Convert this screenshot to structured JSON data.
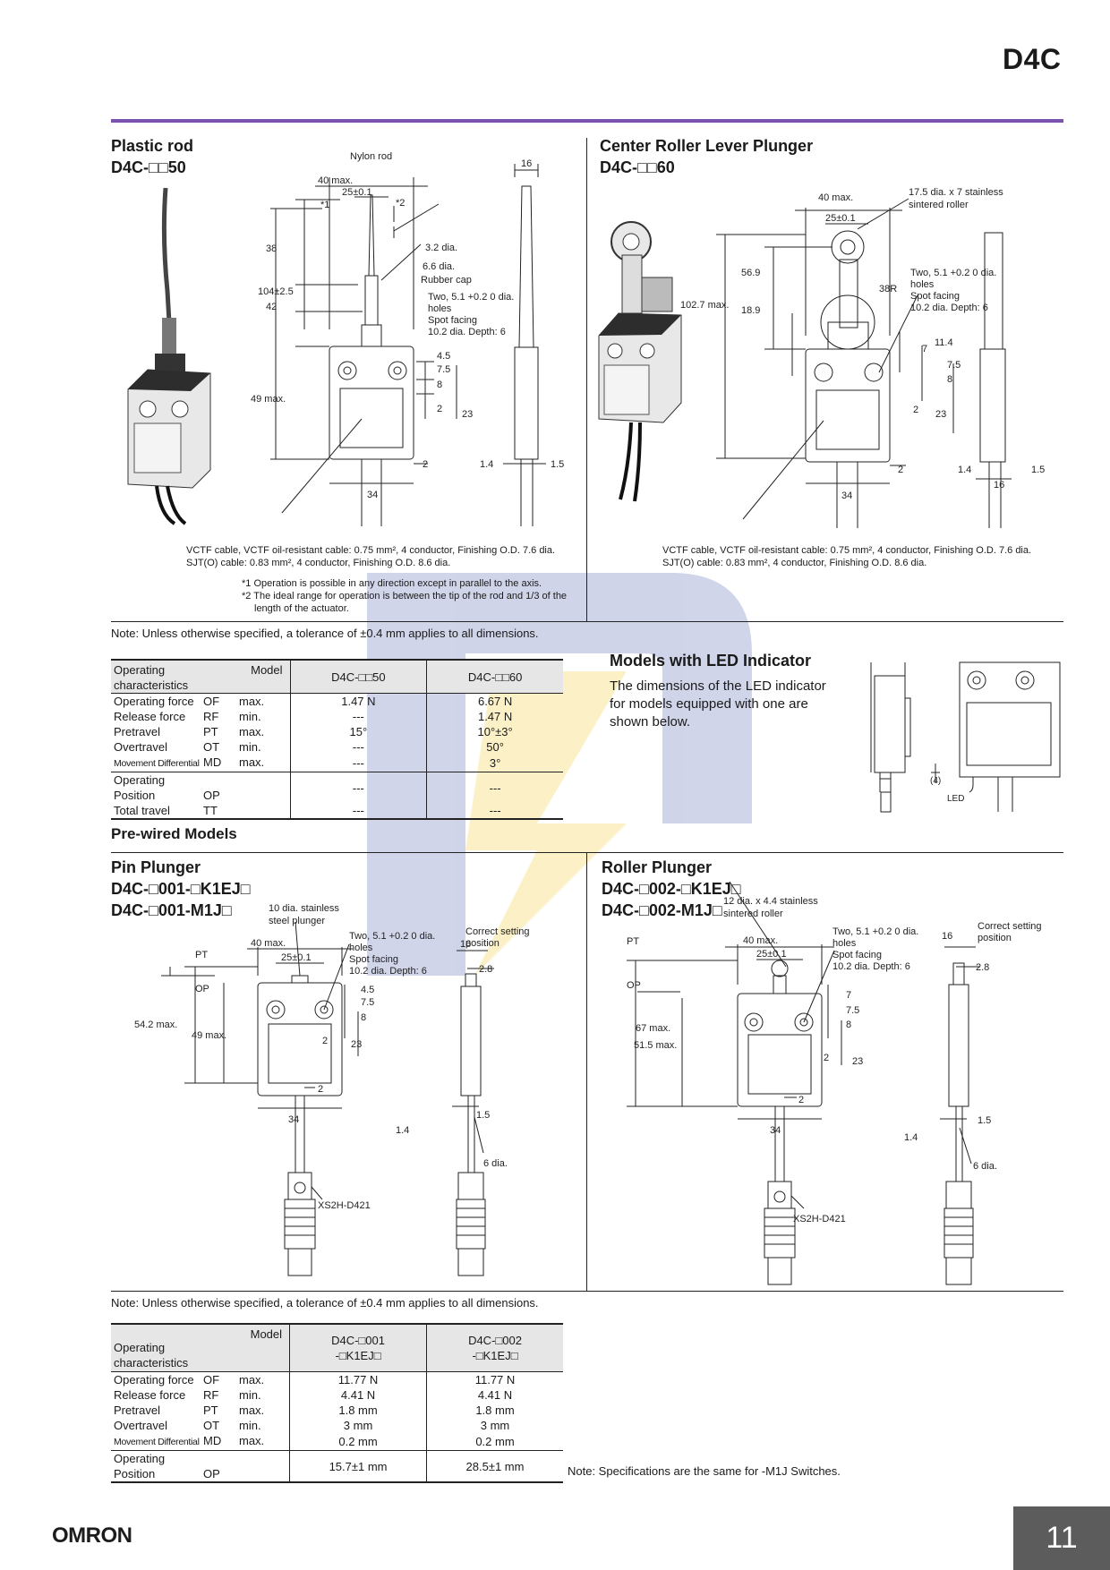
{
  "header": {
    "doc_code": "D4C"
  },
  "sections": {
    "plastic_rod": {
      "title": "Plastic rod",
      "model": "D4C-□□50"
    },
    "center_roller": {
      "title": "Center Roller Lever Plunger",
      "model": "D4C-□□60"
    },
    "pin_plunger": {
      "title": "Pin Plunger",
      "model1": "D4C-□001-□K1EJ□",
      "model2": "D4C-□001-M1J□"
    },
    "roller_plunger": {
      "title": "Roller Plunger",
      "model1": "D4C-□002-□K1EJ□",
      "model2": "D4C-□002-M1J□"
    },
    "prewired": {
      "title": "Pre-wired Models"
    },
    "led": {
      "title": "Models with LED Indicator",
      "text": "The dimensions of the LED indicator for models equipped with one are shown below.",
      "label_led": "LED",
      "label_4": "(4)"
    }
  },
  "drawings": {
    "plastic_rod": {
      "nylon_rod": "Nylon rod",
      "w40": "40 max.",
      "w25": "25±0.1",
      "star1": "*1",
      "star2": "*2",
      "h38": "38",
      "d32": "3.2 dia.",
      "d66": "6.6 dia.",
      "rubber_cap": "Rubber cap",
      "h104": "104±2.5",
      "h42": "42",
      "holes1": "Two, 5.1 +0.2 0 dia.",
      "holes2": "holes",
      "holes3": "Spot facing",
      "holes4": "10.2 dia. Depth: 6",
      "d45": "4.5",
      "d75": "7.5",
      "d8": "8",
      "h49": "49 max.",
      "d2": "2",
      "d23": "23",
      "w34": "34",
      "w2": "2",
      "w16": "16",
      "w14": "1.4",
      "w15": "1.5"
    },
    "center_roller": {
      "w40": "40 max.",
      "w25": "25±0.1",
      "roller1": "17.5 dia. x 7 stainless",
      "roller2": "sintered roller",
      "h569": "56.9",
      "h1027": "102.7 max.",
      "r38": "38R",
      "h189": "18.9",
      "holes1": "Two, 5.1 +0.2 0 dia.",
      "holes2": "holes",
      "holes3": "Spot facing",
      "holes4": "10.2 dia. Depth: 6",
      "d7": "7",
      "d114": "11.4",
      "d75": "7.5",
      "d8": "8",
      "d2": "2",
      "d23": "23",
      "w34": "34",
      "w2": "2",
      "w14": "1.4",
      "w15": "1.5",
      "w16": "16"
    },
    "pin_plunger": {
      "plunger1": "10 dia. stainless",
      "plunger2": "steel plunger",
      "w40": "40 max.",
      "w25": "25±0.1",
      "pt": "PT",
      "op": "OP",
      "holes1": "Two, 5.1 +0.2 0 dia.",
      "holes2": "holes",
      "holes3": "Spot facing",
      "holes4": "10.2 dia. Depth: 6",
      "d45": "4.5",
      "d75": "7.5",
      "d8": "8",
      "h542": "54.2 max.",
      "h49": "49 max.",
      "d2": "2",
      "d23": "23",
      "w2": "2",
      "w34": "34",
      "w16": "16",
      "correct1": "Correct setting",
      "correct2": "position",
      "d28": "2.8",
      "w14": "1.4",
      "w15": "1.5",
      "dia6": "6 dia.",
      "connector": "XS2H-D421"
    },
    "roller_plunger": {
      "roller1": "12 dia. x 4.4 stainless",
      "roller2": "sintered roller",
      "w40": "40 max.",
      "w25": "25±0.1",
      "pt": "PT",
      "op": "OP",
      "holes1": "Two, 5.1 +0.2 0 dia.",
      "holes2": "holes",
      "holes3": "Spot facing",
      "holes4": "10.2 dia. Depth: 6",
      "d7": "7",
      "d75": "7.5",
      "d8": "8",
      "h67": "67 max.",
      "h515": "51.5 max.",
      "d2": "2",
      "d23": "23",
      "w2": "2",
      "w34": "34",
      "w16": "16",
      "correct1": "Correct setting",
      "correct2": "position",
      "d28": "2.8",
      "w14": "1.4",
      "w15": "1.5",
      "dia6": "6 dia.",
      "connector": "XS2H-D421"
    }
  },
  "cable_note": {
    "line1": "VCTF cable, VCTF oil-resistant cable: 0.75 mm², 4 conductor, Finishing O.D. 7.6 dia.",
    "line2": "SJT(O) cable: 0.83 mm², 4 conductor, Finishing O.D. 8.6 dia."
  },
  "footnotes": {
    "f1": "*1 Operation is possible in any direction except in parallel to the axis.",
    "f2": "*2 The ideal range for operation is between the tip of the rod and 1/3 of the length of the actuator."
  },
  "notes": {
    "tolerance": "Note: Unless otherwise specified, a tolerance of ±0.4 mm applies to all dimensions.",
    "m1j": "Note: Specifications are the same for -M1J Switches."
  },
  "table1": {
    "header_model": "Model",
    "header_oc1": "Operating",
    "header_oc2": "characteristics",
    "col1": "D4C-□□50",
    "col2": "D4C-□□60",
    "rows": [
      {
        "name": "Operating force",
        "abbr": "OF",
        "lim": "max.",
        "v1": "1.47 N",
        "v2": "6.67 N"
      },
      {
        "name": "Release force",
        "abbr": "RF",
        "lim": "min.",
        "v1": "---",
        "v2": "1.47 N"
      },
      {
        "name": "Pretravel",
        "abbr": "PT",
        "lim": "max.",
        "v1": "15°",
        "v2": "10°±3°"
      },
      {
        "name": "Overtravel",
        "abbr": "OT",
        "lim": "min.",
        "v1": "---",
        "v2": "50°"
      },
      {
        "name": "Movement Differential",
        "abbr": "MD",
        "lim": "max.",
        "v1": "---",
        "v2": "3°"
      },
      {
        "name": "Operating Position",
        "abbr": "OP",
        "lim": "",
        "v1": "---",
        "v2": "---"
      },
      {
        "name": "Total travel",
        "abbr": "TT",
        "lim": "",
        "v1": "---",
        "v2": "---"
      }
    ]
  },
  "table2": {
    "header_model": "Model",
    "header_oc1": "Operating",
    "header_oc2": "characteristics",
    "col1a": "D4C-□001",
    "col1b": "-□K1EJ□",
    "col2a": "D4C-□002",
    "col2b": "-□K1EJ□",
    "rows": [
      {
        "name": "Operating force",
        "abbr": "OF",
        "lim": "max.",
        "v1": "11.77 N",
        "v2": "11.77 N"
      },
      {
        "name": "Release force",
        "abbr": "RF",
        "lim": "min.",
        "v1": "4.41 N",
        "v2": "4.41 N"
      },
      {
        "name": "Pretravel",
        "abbr": "PT",
        "lim": "max.",
        "v1": "1.8 mm",
        "v2": "1.8 mm"
      },
      {
        "name": "Overtravel",
        "abbr": "OT",
        "lim": "min.",
        "v1": "3 mm",
        "v2": "3 mm"
      },
      {
        "name": "Movement Differential",
        "abbr": "MD",
        "lim": "max.",
        "v1": "0.2 mm",
        "v2": "0.2 mm"
      },
      {
        "name": "Operating Position",
        "abbr": "OP",
        "lim": "",
        "v1": "15.7±1 mm",
        "v2": "28.5±1 mm"
      }
    ]
  },
  "footer": {
    "brand": "OMRON",
    "page_number": "11"
  },
  "colors": {
    "accent_rule": "#7b52ad",
    "page_box": "#5c5c5c",
    "table_header_bg": "#e6e6e6"
  }
}
